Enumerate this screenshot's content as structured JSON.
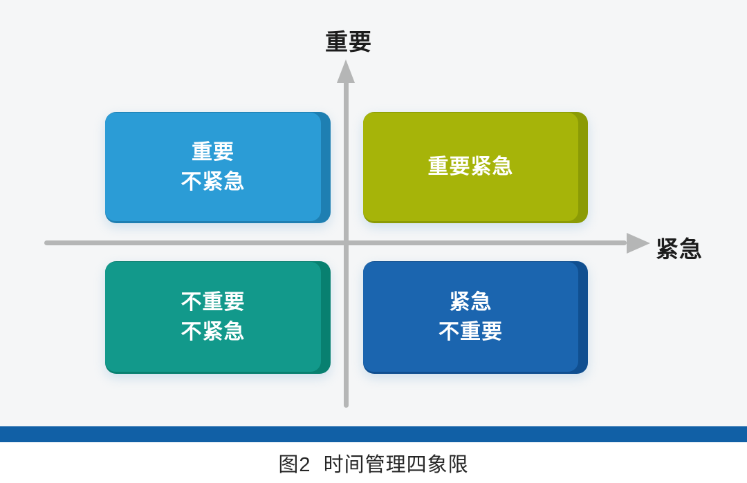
{
  "figure": {
    "y_axis_label": "重要",
    "x_axis_label": "紧急",
    "axis_color": "#b5b6b6",
    "quadrants": {
      "top_left": {
        "line1": "重要",
        "line2": "不紧急",
        "color": "#2b9cd6",
        "edge_color": "#1e7fb2"
      },
      "top_right": {
        "line1": "重要紧急",
        "color": "#a6b409",
        "edge_color": "#8b9b05"
      },
      "bottom_left": {
        "line1": "不重要",
        "line2": "不紧急",
        "color": "#12998b",
        "edge_color": "#088070"
      },
      "bottom_right": {
        "line1": "紧急",
        "line2": "不重要",
        "color": "#1b65af",
        "edge_color": "#104f90"
      }
    },
    "divider_color": "#1160a6",
    "caption": "图2  时间管理四象限"
  }
}
